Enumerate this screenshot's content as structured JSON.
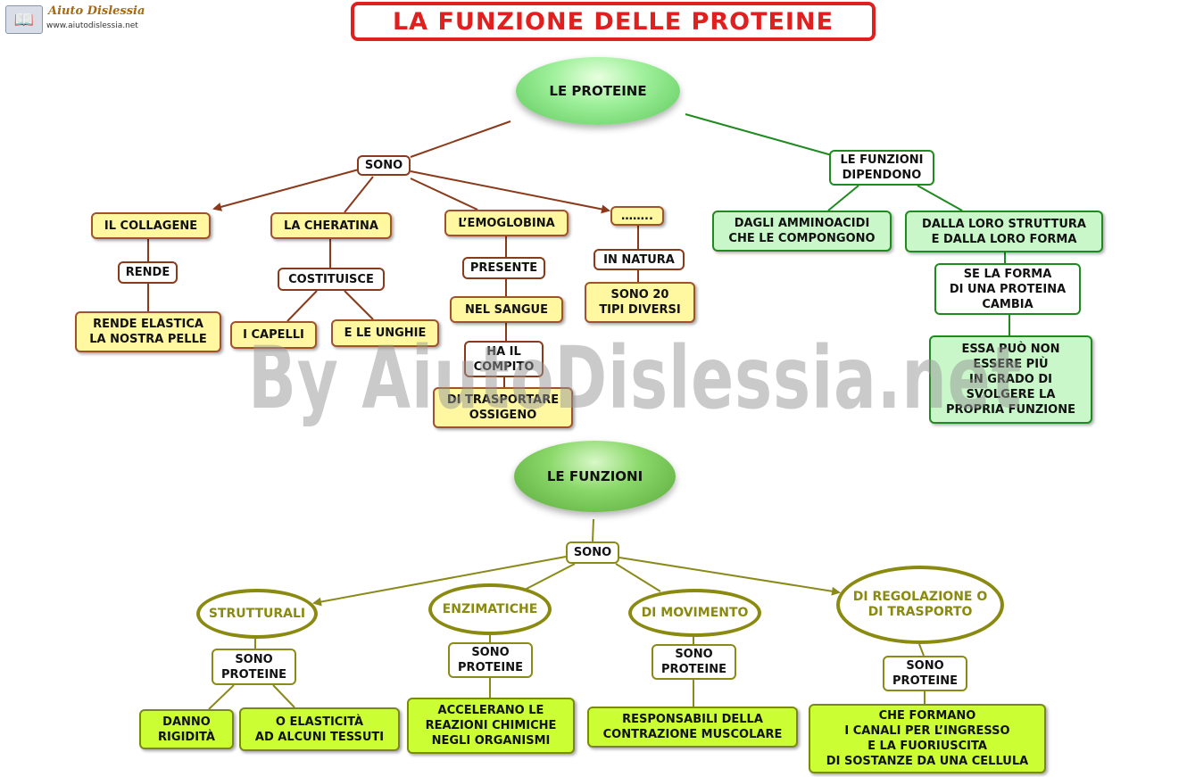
{
  "header": {
    "title": "LA FUNZIONE DELLE PROTEINE",
    "logo_brand": "Aiuto Dislessia",
    "logo_url": "www.aiutodislessia.net",
    "watermark": "By AiutoDislessia.net"
  },
  "nodes": {
    "le_proteine": "LE PROTEINE",
    "sono_1": "SONO",
    "collagene": "IL COLLAGENE",
    "rende": "RENDE",
    "rende_elastica": "RENDE ELASTICA\nLA NOSTRA PELLE",
    "cheratina": "LA CHERATINA",
    "costituisce": "COSTITUISCE",
    "capelli": "I CAPELLI",
    "unghie": "E LE UNGHIE",
    "emoglobina": "L’EMOGLOBINA",
    "presente": "PRESENTE",
    "nel_sangue": "NEL SANGUE",
    "ha_il_compito": "HA IL\nCOMPITO",
    "trasportare": "DI TRASPORTARE\nOSSIGENO",
    "dots": "……..",
    "in_natura": "IN NATURA",
    "sono_20": "SONO 20\nTIPI DIVERSI",
    "funzioni_dipendono": "LE FUNZIONI\nDIPENDONO",
    "amminoacidi": "DAGLI AMMINOACIDI\nCHE LE COMPONGONO",
    "struttura": "DALLA LORO STRUTTURA\nE DALLA LORO FORMA",
    "se_la_forma": "SE LA FORMA\nDI UNA PROTEINA\nCAMBIA",
    "essa_puo": "ESSA PUÒ NON\nESSERE PIÙ\nIN GRADO DI\nSVOLGERE LA\nPROPRIA FUNZIONE",
    "le_funzioni": "LE FUNZIONI",
    "sono_2": "SONO",
    "strutturali": "STRUTTURALI",
    "enzimatiche": "ENZIMATICHE",
    "movimento": "DI MOVIMENTO",
    "regolazione": "DI REGOLAZIONE O\nDI TRASPORTO",
    "sp1": "SONO\nPROTEINE",
    "sp2": "SONO\nPROTEINE",
    "sp3": "SONO\nPROTEINE",
    "sp4": "SONO\nPROTEINE",
    "danno": "DANNO\nRIGIDITÀ",
    "elasticita": "O ELASTICITÀ\nAD ALCUNI TESSUTI",
    "accelerano": "ACCELERANO LE\nREAZIONI CHIMICHE\nNEGLI ORGANISMI",
    "responsabili": "RESPONSABILI DELLA\nCONTRAZIONE MUSCOLARE",
    "canali": "CHE FORMANO\nI CANALI PER L’INGRESSO\nE LA FUORIUSCITA\nDI SOSTANZE DA UNA CELLULA"
  },
  "colors": {
    "title_red": "#e0201f",
    "brown_link": "#8a3a1a",
    "green_link": "#1f8a1f",
    "olive_link": "#8a8a1a",
    "yellow_box": "#fff8a0",
    "mint_box": "#c9f7c9",
    "lime_box": "#ccff33"
  }
}
